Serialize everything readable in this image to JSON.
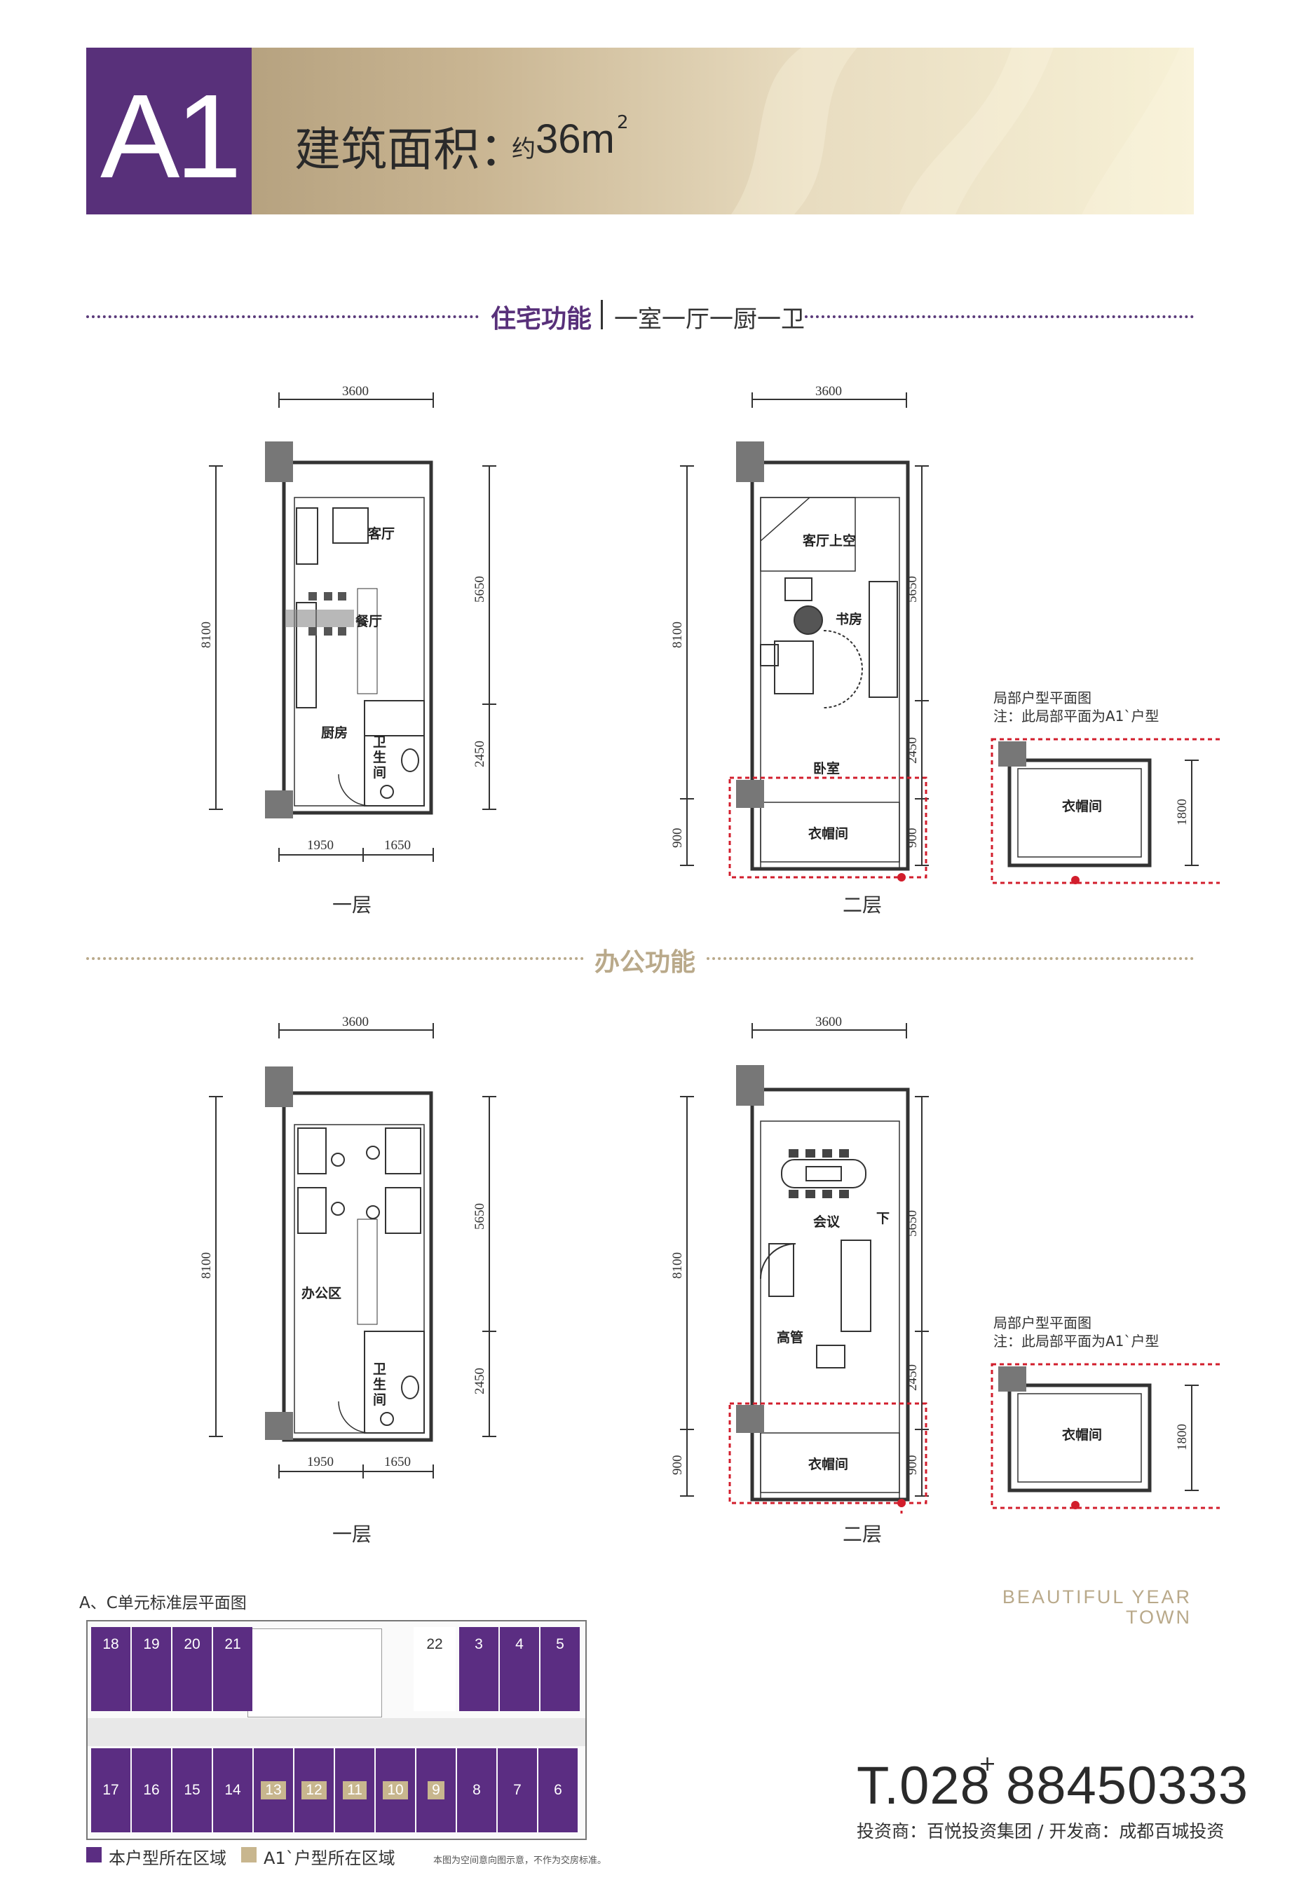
{
  "header": {
    "unit_code": "A1",
    "area_label": "建筑面积：",
    "area_approx": "约",
    "area_value": "36m",
    "area_sup": "2",
    "brand_color": "#58307a"
  },
  "residential": {
    "heading": "住宅功能",
    "subheading": "一室一厅一厨一卫",
    "floor1": {
      "label": "一层",
      "rooms": [
        "客厅",
        "餐厅",
        "厨房",
        "卫",
        "生",
        "间"
      ],
      "dims": [
        "3600",
        "8100",
        "5650",
        "2450",
        "1950",
        "1650"
      ]
    },
    "floor2": {
      "label": "二层",
      "rooms": [
        "客厅上空",
        "书房",
        "卧室",
        "衣帽间"
      ],
      "dims": [
        "3600",
        "8100",
        "5650",
        "2450",
        "900",
        "900"
      ]
    },
    "partial": {
      "title": "局部户型平面图",
      "note": "注：此局部平面为A1`户型",
      "room": "衣帽间",
      "dim": "1800"
    }
  },
  "office": {
    "heading": "办公功能",
    "floor1": {
      "label": "一层",
      "rooms": [
        "办公区",
        "卫",
        "生",
        "间"
      ],
      "dims": [
        "3600",
        "8100",
        "5650",
        "2450",
        "1950",
        "1650"
      ]
    },
    "floor2": {
      "label": "二层",
      "rooms": [
        "会议",
        "下",
        "高管",
        "衣帽间"
      ],
      "dims": [
        "3600",
        "8100",
        "5650",
        "2450",
        "900",
        "900"
      ]
    },
    "partial": {
      "title": "局部户型平面图",
      "note": "注：此局部平面为A1`户型",
      "room": "衣帽间",
      "dim": "1800"
    }
  },
  "keyplan": {
    "title": "A、C单元标准层平面图",
    "top_units": [
      "18",
      "19",
      "20",
      "21",
      "22",
      "3",
      "4",
      "5"
    ],
    "bottom_units": [
      "17",
      "16",
      "15",
      "14",
      "13",
      "12",
      "11",
      "10",
      "9",
      "8",
      "7",
      "6"
    ],
    "legend": [
      {
        "label": "本户型所在区域",
        "color": "#5b2d82"
      },
      {
        "label": "A1`户型所在区域",
        "color": "#c8b68e"
      }
    ],
    "disclaimer": "本图为空间意向图示意，不作为交房标准。"
  },
  "brand": {
    "line1": "BEAUTIFUL YEAR",
    "line2": "TOWN"
  },
  "contact": {
    "phone_prefix": "T.028",
    "phone_plus": "+",
    "phone_number": "88450333",
    "developer": "投资商：百悦投资集团 / 开发商：成都百城投资"
  }
}
